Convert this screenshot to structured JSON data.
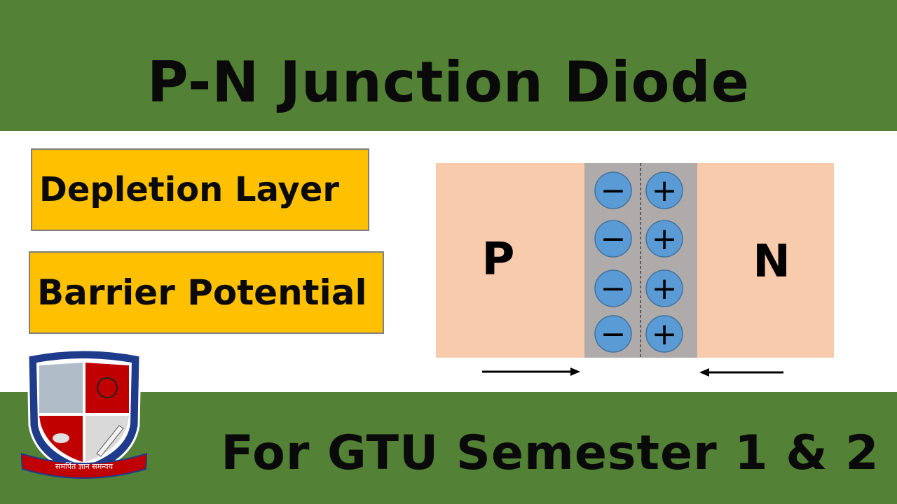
{
  "header": {
    "title": "P-N Junction Diode"
  },
  "labels": {
    "depletion": "Depletion Layer",
    "barrier": "Barrier Potential"
  },
  "diagram": {
    "p_label": "P",
    "n_label": "N",
    "negative_symbol": "−",
    "positive_symbol": "+",
    "ion_rows": 4,
    "colors": {
      "semiconductor": "#f8cbad",
      "depletion": "#afabab",
      "ion": "#5b9bd5"
    }
  },
  "footer": {
    "text": "For GTU Semester 1 & 2"
  },
  "logo": {
    "motto": "समर्पित ज्ञान समन्वय"
  },
  "colors": {
    "band": "#538135",
    "tag": "#ffc000"
  }
}
